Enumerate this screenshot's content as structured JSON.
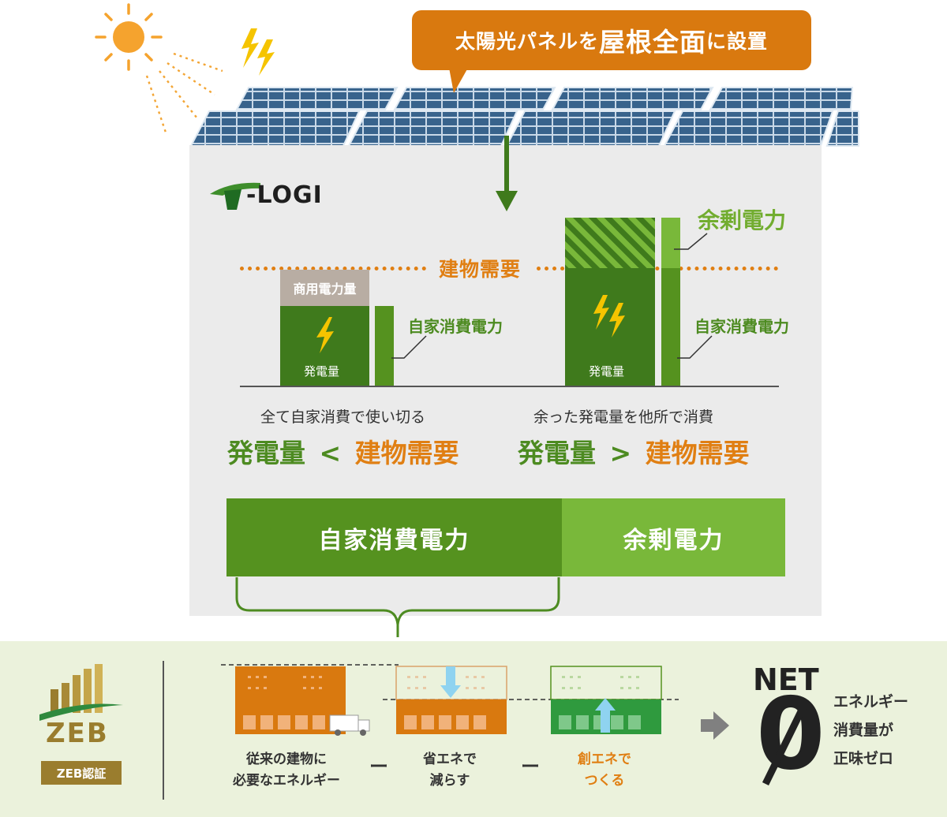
{
  "callout": {
    "part1": "太陽光パネルを",
    "part2": "屋根全面",
    "part3": "に設置"
  },
  "logo": {
    "text": "-LOGI"
  },
  "chart": {
    "demand_line_label": "建物需要",
    "left": {
      "commercial_label": "商用電力量",
      "generation_label": "発電量",
      "self_label": "自家消費電力",
      "caption": "全て自家消費で使い切る",
      "formula": {
        "a": "発電量",
        "op": "<",
        "b": "建物需要"
      }
    },
    "right": {
      "surplus_label": "余剰電力",
      "generation_label": "発電量",
      "self_label": "自家消費電力",
      "caption": "余った発電量を他所で消費",
      "formula": {
        "a": "発電量",
        "op": ">",
        "b": "建物需要"
      }
    }
  },
  "split_bar": {
    "self": {
      "label": "自家消費電力",
      "share": 0.6
    },
    "surplus": {
      "label": "余剰電力",
      "share": 0.4
    }
  },
  "zeb": {
    "logo_text": "ZEB",
    "badge": "ZEB認証",
    "steps": [
      {
        "line1": "従来の建物に",
        "line2": "必要なエネルギー"
      },
      {
        "line1": "省エネで",
        "line2": "減らす"
      },
      {
        "line1": "創エネで",
        "line2": "つくる"
      }
    ],
    "minus": "ー",
    "net": "NET",
    "zero": "0",
    "result": [
      "エネルギー",
      "消費量が",
      "正味ゼロ"
    ]
  },
  "colors": {
    "orange": "#d9790f",
    "dark_green": "#3f7a1c",
    "mid_green": "#55921f",
    "light_green": "#79b83a",
    "commercial": "#b8ada3",
    "building_bg": "#ebebeb",
    "band_bg": "#ebf2dc",
    "gold": "#9a7d2e",
    "arrow_blue": "#8fd3f0"
  },
  "icons": [
    "sun-icon",
    "lightning-icon",
    "down-arrow-icon",
    "right-arrow-icon",
    "truck-icon",
    "zeb-building-icon"
  ]
}
